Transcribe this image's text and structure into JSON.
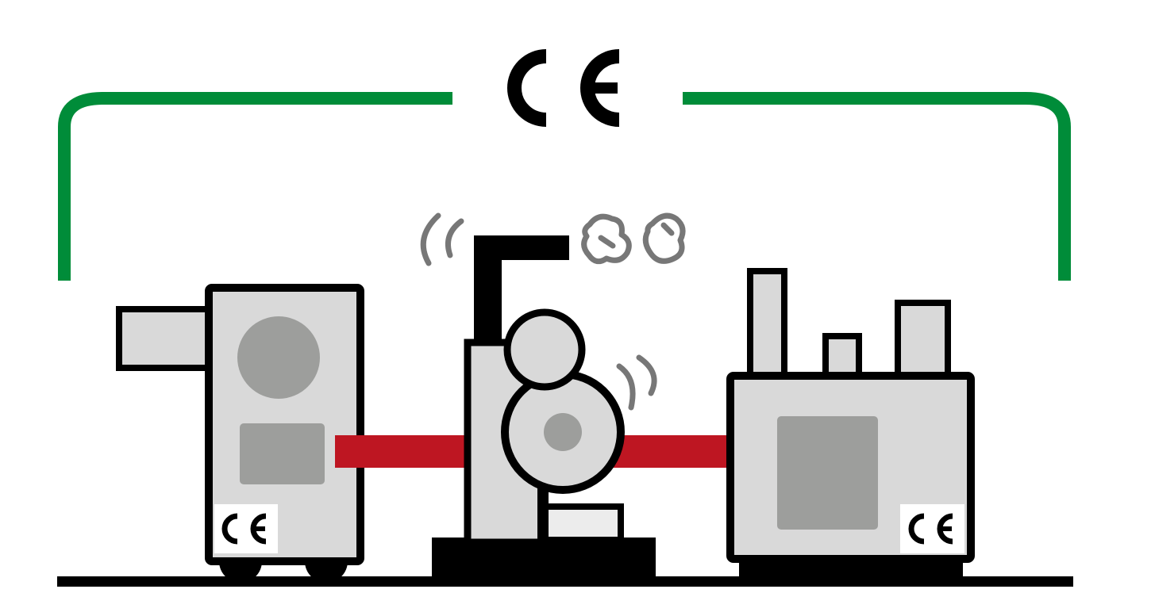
{
  "diagram": {
    "overall_mark": "CE",
    "machines": [
      {
        "id": "left-machine",
        "mark": "CE"
      },
      {
        "id": "center-machine"
      },
      {
        "id": "right-machine",
        "mark": "CE"
      }
    ],
    "colors": {
      "bracket": "#008c39",
      "connector": "#be1622",
      "outline": "#000000",
      "body": "#d9d9d9",
      "dark_part": "#9d9e9c",
      "light_part": "#ececec",
      "emission": "#777777"
    }
  }
}
